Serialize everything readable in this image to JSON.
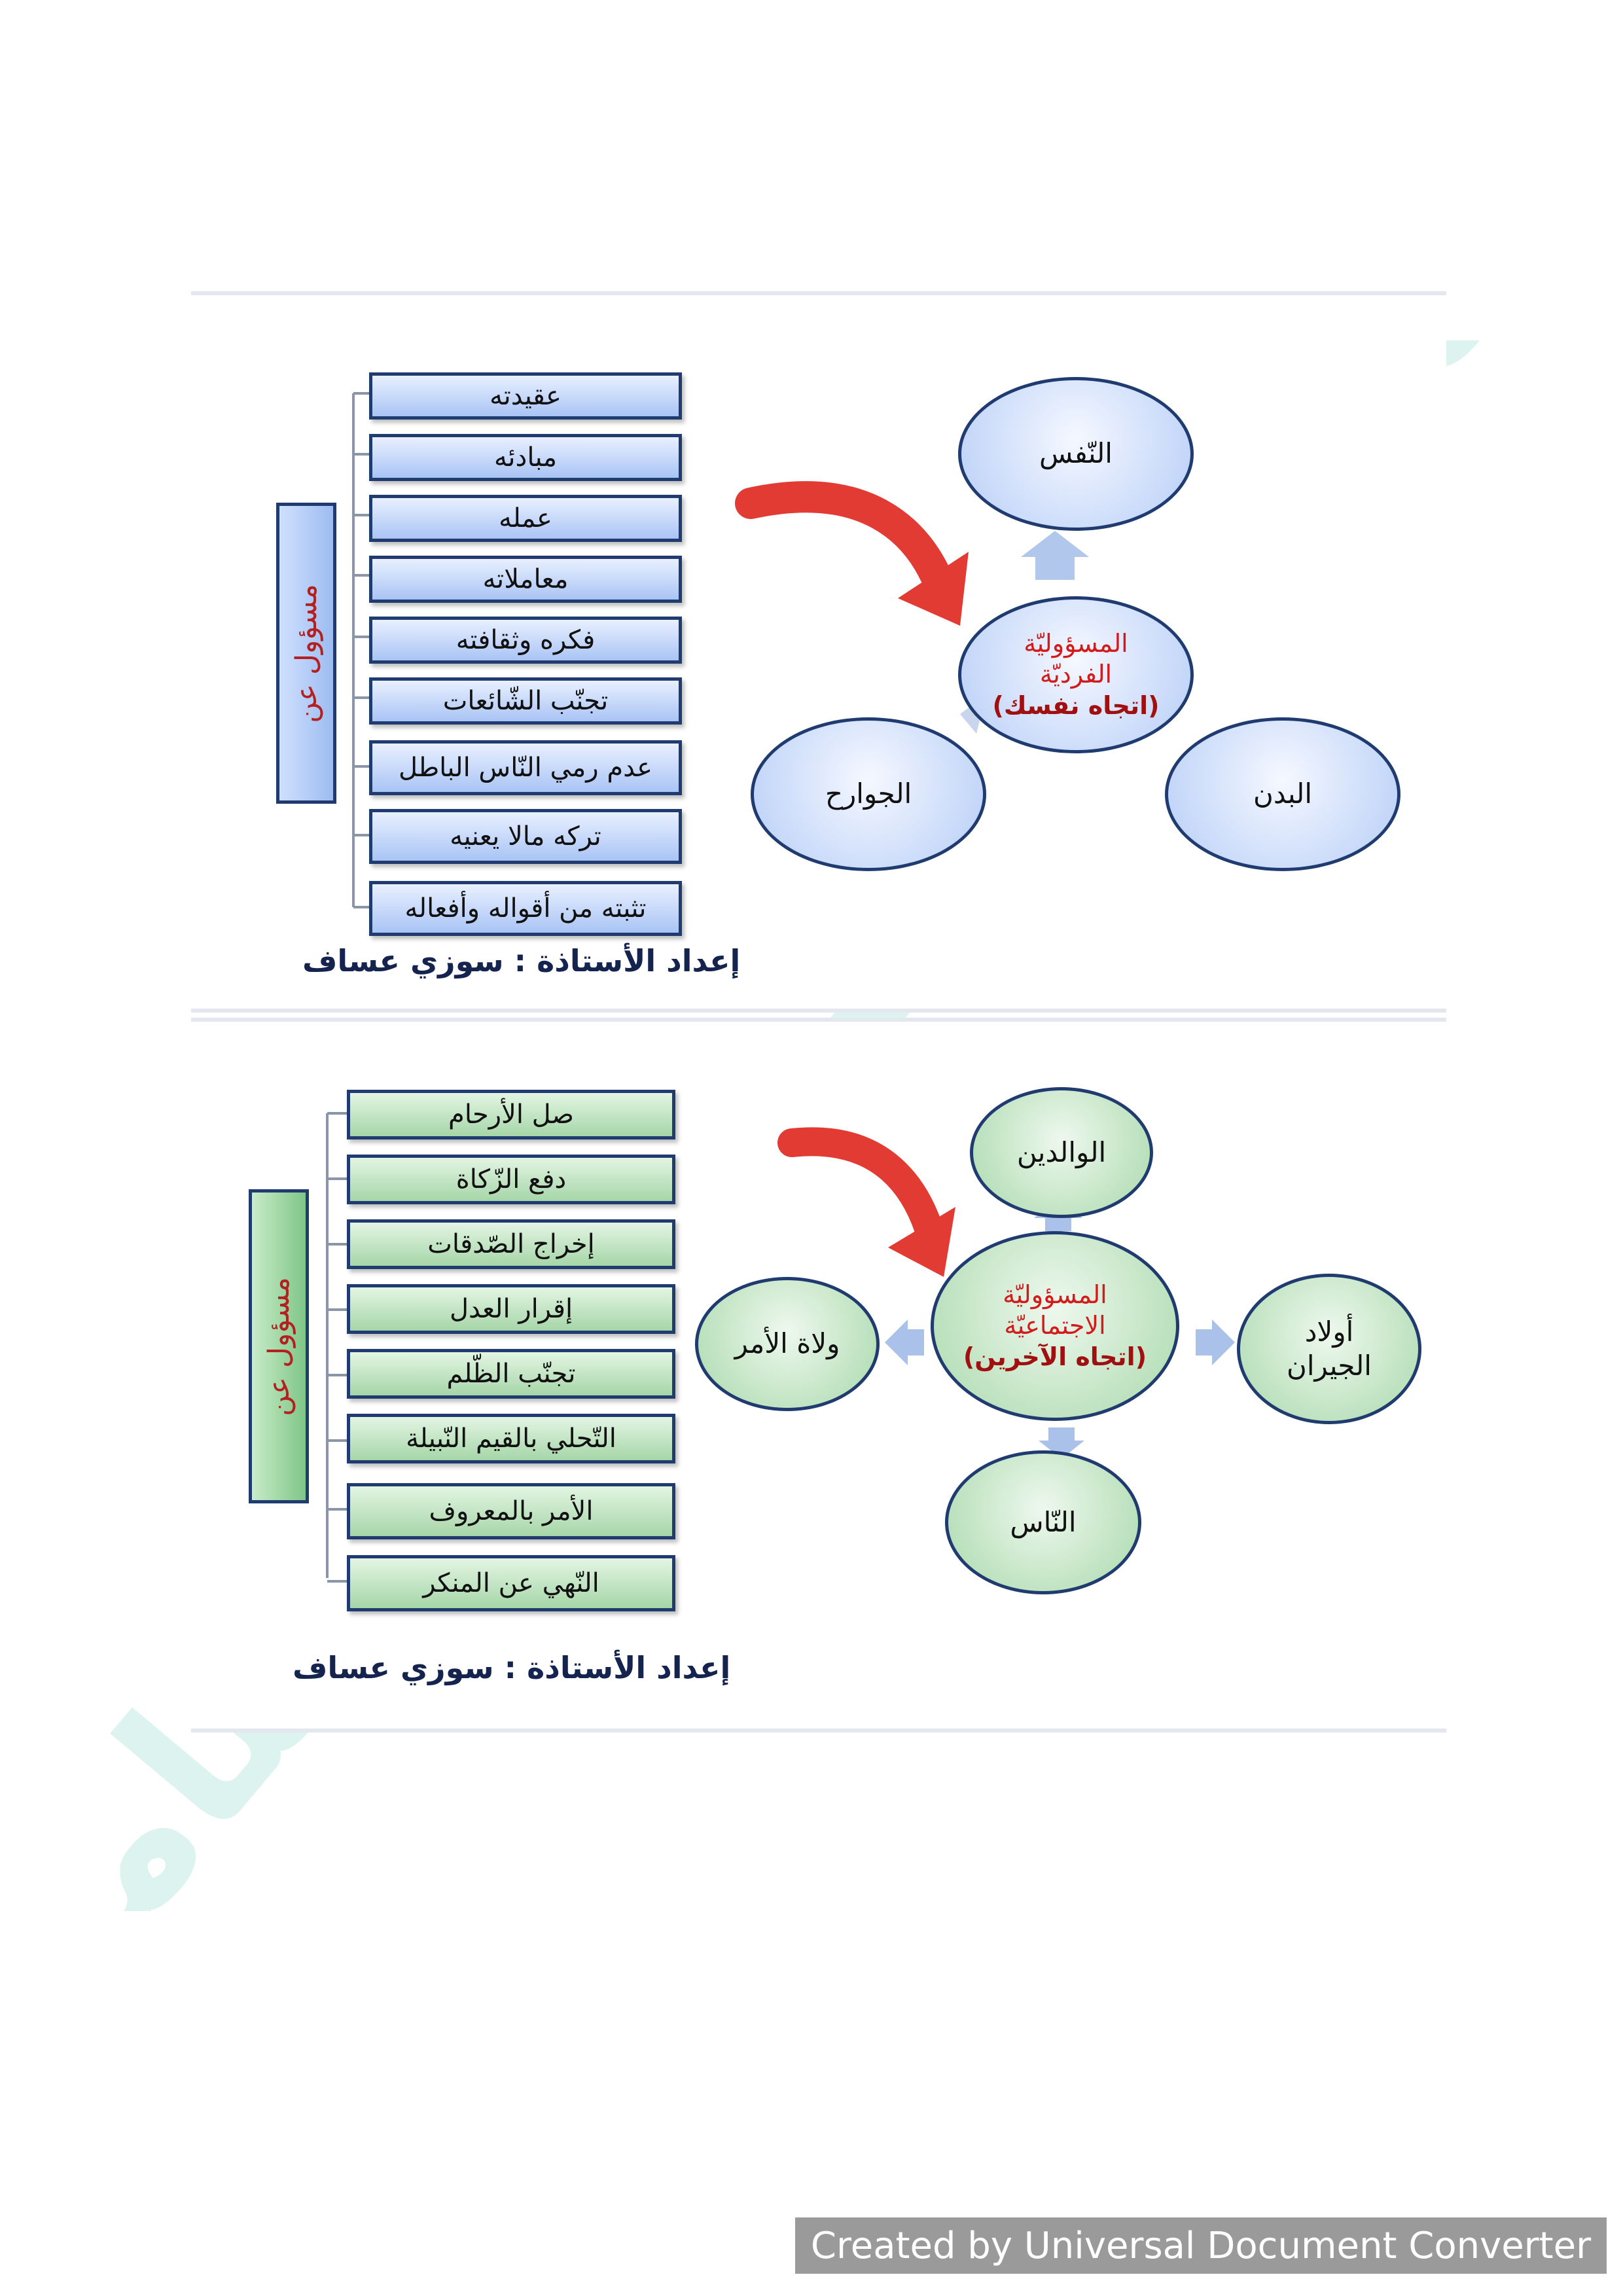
{
  "diagram1": {
    "title": "مسؤول عن",
    "items": [
      "عقيدته",
      "مبادئه",
      "عمله",
      "معاملاته",
      "فكره وثقافته",
      "تجنّب الشّائعات",
      "عدم رمي النّاس الباطل",
      "تركه مالا يعنيه",
      "تثبته من أقواله وأفعاله"
    ],
    "author": "إعداد الأستاذة : سوزي عساف",
    "center": {
      "line1": "المسؤوليّة",
      "line2": "الفرديّة",
      "line3": "(اتجاه نفسك)"
    },
    "nodes": {
      "top": "النّفس",
      "left": "الجوارح",
      "right": "البدن"
    }
  },
  "diagram2": {
    "title": "مسؤول عن",
    "items": [
      "صل الأرحام",
      "دفع الزّكاة",
      "إخراج الصّدقات",
      "إقرار العدل",
      "تجنّب الظّلم",
      "التّحلي بالقيم النّبيلة",
      "الأمر بالمعروف",
      "النّهي عن المنكر"
    ],
    "author": "إعداد الأستاذة : سوزي عساف",
    "center": {
      "line1": "المسؤوليّة",
      "line2": "الاجتماعيّة",
      "line3": "(اتجاه الآخرين)"
    },
    "nodes": {
      "top": "الوالدين",
      "left": "ولاة الأمر",
      "right_line1": "أولاد",
      "right_line2": "الجيران",
      "bottom": "النّاس"
    }
  },
  "watermark": "المعلم الالكتروني الشامل",
  "footer": "Created by Universal Document Converter",
  "colors": {
    "navy": "#1f3b70",
    "arrow_red": "#e23b33",
    "center_text_red": "#d31b1b",
    "blue_fill": "#b6cdf7",
    "green_fill": "#a9d9ab",
    "watermark": "#d9f2ee"
  }
}
